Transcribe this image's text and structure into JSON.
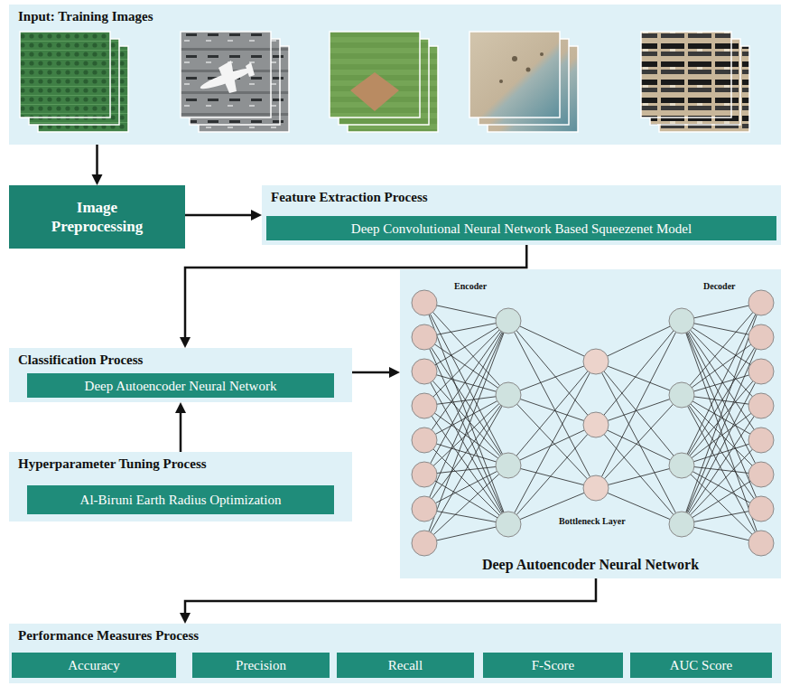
{
  "diagram": {
    "nodes": [
      {
        "text": [
          "Input: Training Images"
        ]
      },
      {
        "text": [
          "Image Preprocessing"
        ]
      },
      {
        "text": [
          "Feature Extraction Process"
        ]
      },
      {
        "text": [
          "Deep Convolutional Neural Network Based Squeezenet Model"
        ],
        "in": 2
      },
      {
        "text": [
          "Classification Process"
        ]
      },
      {
        "text": [
          "Deep Autoencoder Neural Network"
        ],
        "in": 4
      },
      {
        "text": [
          "Deep Autoencoder Neural Network"
        ]
      },
      {
        "text": [
          "Hyperparameter Tuning Process"
        ]
      },
      {
        "text": [
          "Al-Biruni Earth Radius Optimization"
        ],
        "in": 7
      },
      {
        "text": [
          "Performance Measures Process"
        ]
      },
      {
        "text": [
          "Accuracy"
        ],
        "in": 9
      },
      {
        "text": [
          "Precision"
        ],
        "in": 9
      },
      {
        "text": [
          "Recall"
        ],
        "in": 9
      },
      {
        "text": [
          "F-Score"
        ],
        "in": 9
      },
      {
        "text": [
          "AUC Score"
        ],
        "in": 9
      }
    ],
    "edges": [
      {
        "from": 0,
        "to": 1,
        "arrow": "to"
      },
      {
        "from": 1,
        "to": 2,
        "arrow": "to"
      },
      {
        "from": 2,
        "to": 4,
        "arrow": "to"
      },
      {
        "from": 4,
        "to": 6,
        "arrow": "to"
      },
      {
        "from": 7,
        "to": 4,
        "arrow": "to"
      },
      {
        "from": 6,
        "to": 9,
        "arrow": "to"
      }
    ],
    "labels": [
      "Encoder",
      "Decoder",
      "Bottleneck Layer"
    ]
  }
}
